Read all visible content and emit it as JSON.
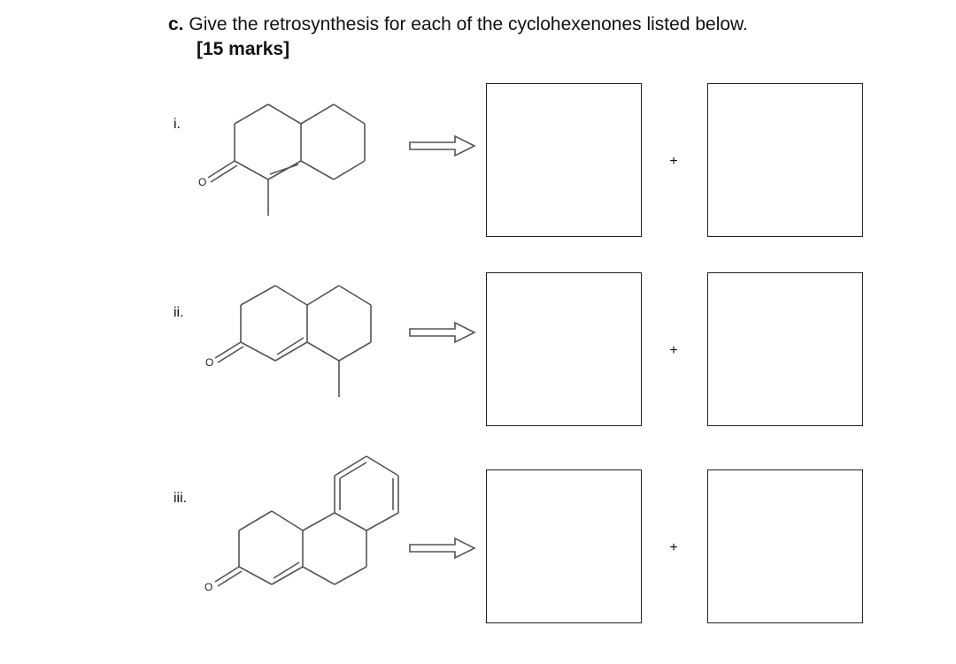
{
  "question": {
    "letter": "c.",
    "text": "Give the retrosynthesis for each of the cyclohexenones listed below.",
    "marks": "[15 marks]"
  },
  "items": [
    {
      "numeral": "i.",
      "oxygen_label": "O",
      "plus": "+"
    },
    {
      "numeral": "ii.",
      "oxygen_label": "O",
      "plus": "+"
    },
    {
      "numeral": "iii.",
      "oxygen_label": "O",
      "plus": "+"
    }
  ],
  "icons": {
    "retro_arrow": "open-double-arrow-icon"
  }
}
